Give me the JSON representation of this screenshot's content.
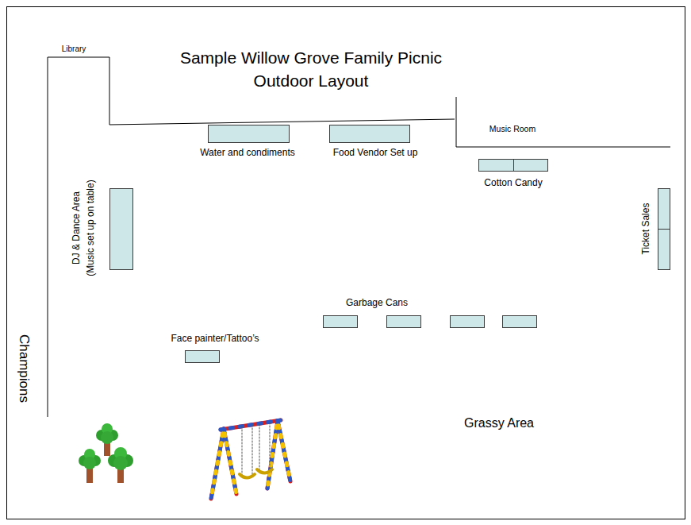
{
  "diagram": {
    "title": "Sample Willow Grove Family Picnic Outdoor Layout",
    "nodes": [
      {
        "text": [
          "Water and condiments"
        ]
      },
      {
        "text": [
          "Food Vendor Set up"
        ]
      },
      {
        "text": [
          "Cotton Candy"
        ]
      },
      {
        "text": [
          "DJ & Dance Area",
          "(Music set up on table)"
        ]
      },
      {
        "text": [
          "Ticket Sales"
        ]
      },
      {
        "text": [
          "Garbage Cans"
        ]
      },
      {
        "text": [
          "Face painter/Tattoo’s"
        ]
      }
    ],
    "labels": [
      "Library",
      "Music Room",
      "Champions",
      "Grassy Area"
    ]
  }
}
